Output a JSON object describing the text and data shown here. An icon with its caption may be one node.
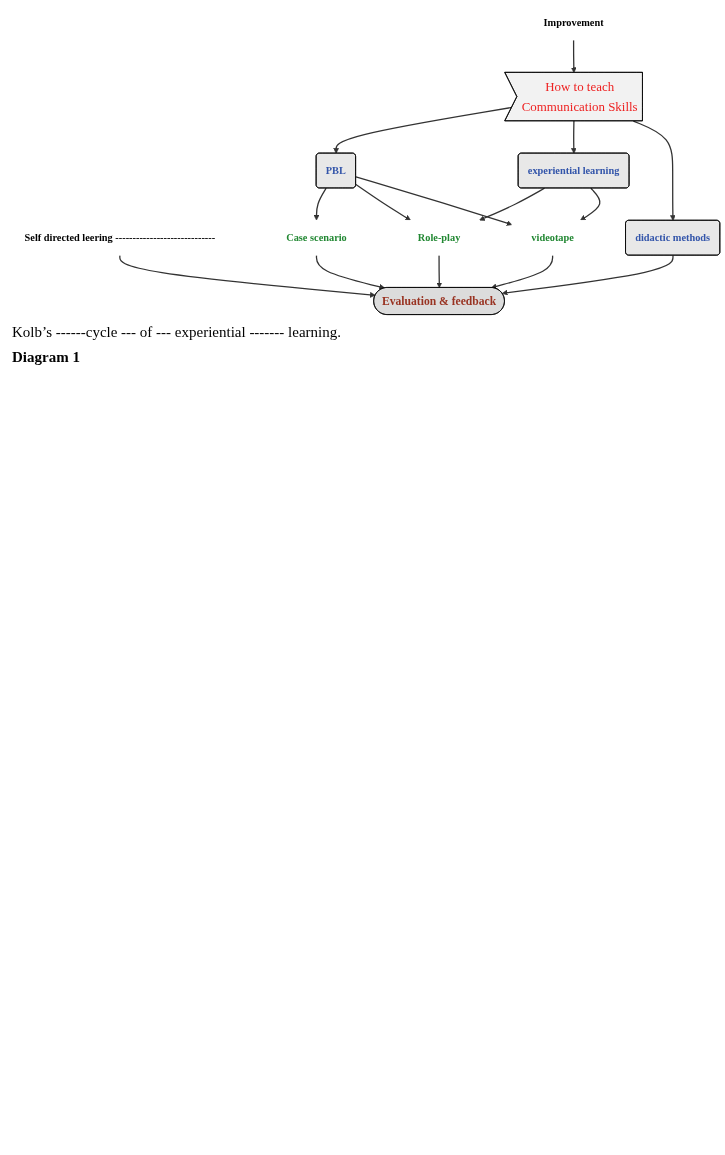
{
  "diagram": {
    "nodes": [
      {
        "text": [
          "How to teach",
          "Communication Skills"
        ]
      },
      {
        "text": [
          "Self directed leering -----------------------------"
        ]
      },
      {
        "text": [
          "PBL"
        ]
      },
      {
        "text": [
          "experiential learning"
        ]
      },
      {
        "text": [
          "didactic methods"
        ]
      },
      {
        "text": [
          "Case scenario"
        ]
      },
      {
        "text": [
          "Role-play"
        ]
      },
      {
        "text": [
          "videotape"
        ]
      },
      {
        "text": [
          "Evaluation & feedback"
        ]
      },
      {
        "text": [
          "Improvement"
        ]
      }
    ],
    "edges": [
      {
        "from": 0,
        "to": 2,
        "arrow": "to"
      },
      {
        "from": 0,
        "to": 3,
        "arrow": "to"
      },
      {
        "from": 0,
        "to": 4,
        "arrow": "to"
      },
      {
        "from": 1,
        "to": 8,
        "arrow": "to"
      },
      {
        "from": 2,
        "to": 5,
        "arrow": "to"
      },
      {
        "from": 3,
        "to": 6,
        "arrow": "to"
      },
      {
        "from": 3,
        "to": 7,
        "arrow": "to"
      },
      {
        "from": 2,
        "to": 6,
        "arrow": "to"
      },
      {
        "from": 2,
        "to": 7,
        "arrow": "to"
      },
      {
        "from": 5,
        "to": 8,
        "arrow": "to"
      },
      {
        "from": 6,
        "to": 8,
        "arrow": "to"
      },
      {
        "from": 7,
        "to": 8,
        "arrow": "to"
      },
      {
        "from": 4,
        "to": 8,
        "arrow": "to"
      },
      {
        "from": 9,
        "to": 0,
        "arrow": "to"
      }
    ],
    "labels": [
      "Kolb’s ------cycle --- of --- experiential  ------- learning.",
      "Diagram 1"
    ]
  }
}
